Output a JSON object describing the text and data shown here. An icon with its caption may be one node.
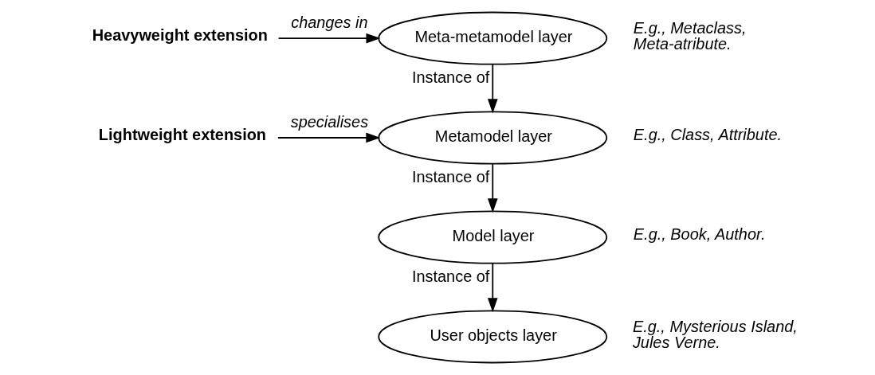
{
  "diagram": {
    "nodes": [
      {
        "text": [
          "Heavyweight extension"
        ]
      },
      {
        "text": [
          "Meta-metamodel layer"
        ],
        "beside": [
          "E.g., Metaclass, Meta-atribute."
        ]
      },
      {
        "text": [
          "Lightweight extension"
        ]
      },
      {
        "text": [
          "Metamodel layer"
        ],
        "beside": [
          "E.g., Class, Attribute."
        ]
      },
      {
        "text": [
          "Model layer"
        ],
        "beside": [
          "E.g., Book, Author."
        ]
      },
      {
        "text": [
          "User objects layer"
        ],
        "beside": [
          "E.g., Mysterious Island, Jules Verne."
        ]
      }
    ],
    "edges": [
      {
        "from": 0,
        "to": 1,
        "arrow": "to",
        "label": "changes in"
      },
      {
        "from": 1,
        "to": 3,
        "arrow": "to",
        "label": "Instance of"
      },
      {
        "from": 2,
        "to": 3,
        "arrow": "to",
        "label": "specialises"
      },
      {
        "from": 3,
        "to": 4,
        "arrow": "to",
        "label": "Instance of"
      },
      {
        "from": 4,
        "to": 5,
        "arrow": "to",
        "label": "Instance of"
      }
    ]
  }
}
